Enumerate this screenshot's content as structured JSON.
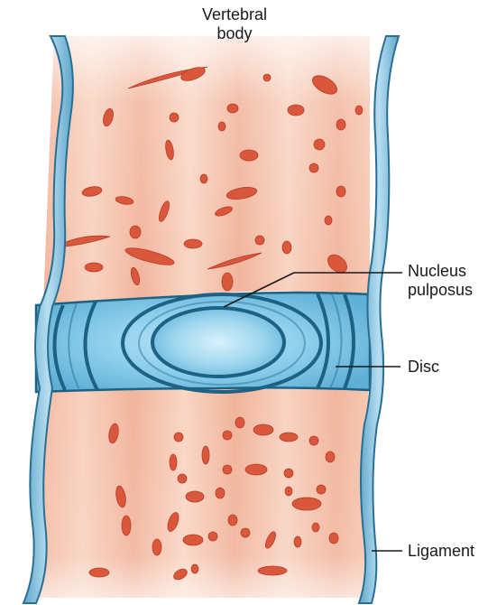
{
  "labels": {
    "vertebral_body_line1": "Vertebral",
    "vertebral_body_line2": "body",
    "nucleus_line1": "Nucleus",
    "nucleus_line2": "pulposus",
    "disc": "Disc",
    "ligament": "Ligament"
  },
  "colors": {
    "bone_fill": "#f6c9b3",
    "bone_stripe": "#ee9f86",
    "fleck_fill": "#d9573b",
    "fleck_stroke": "#b83e28",
    "disc_fill": "#7cc3e4",
    "disc_dark": "#1d6183",
    "ligament_fill": "#8ec5df",
    "ligament_stroke": "#2a6f92",
    "label_line": "#1a1a1a"
  }
}
